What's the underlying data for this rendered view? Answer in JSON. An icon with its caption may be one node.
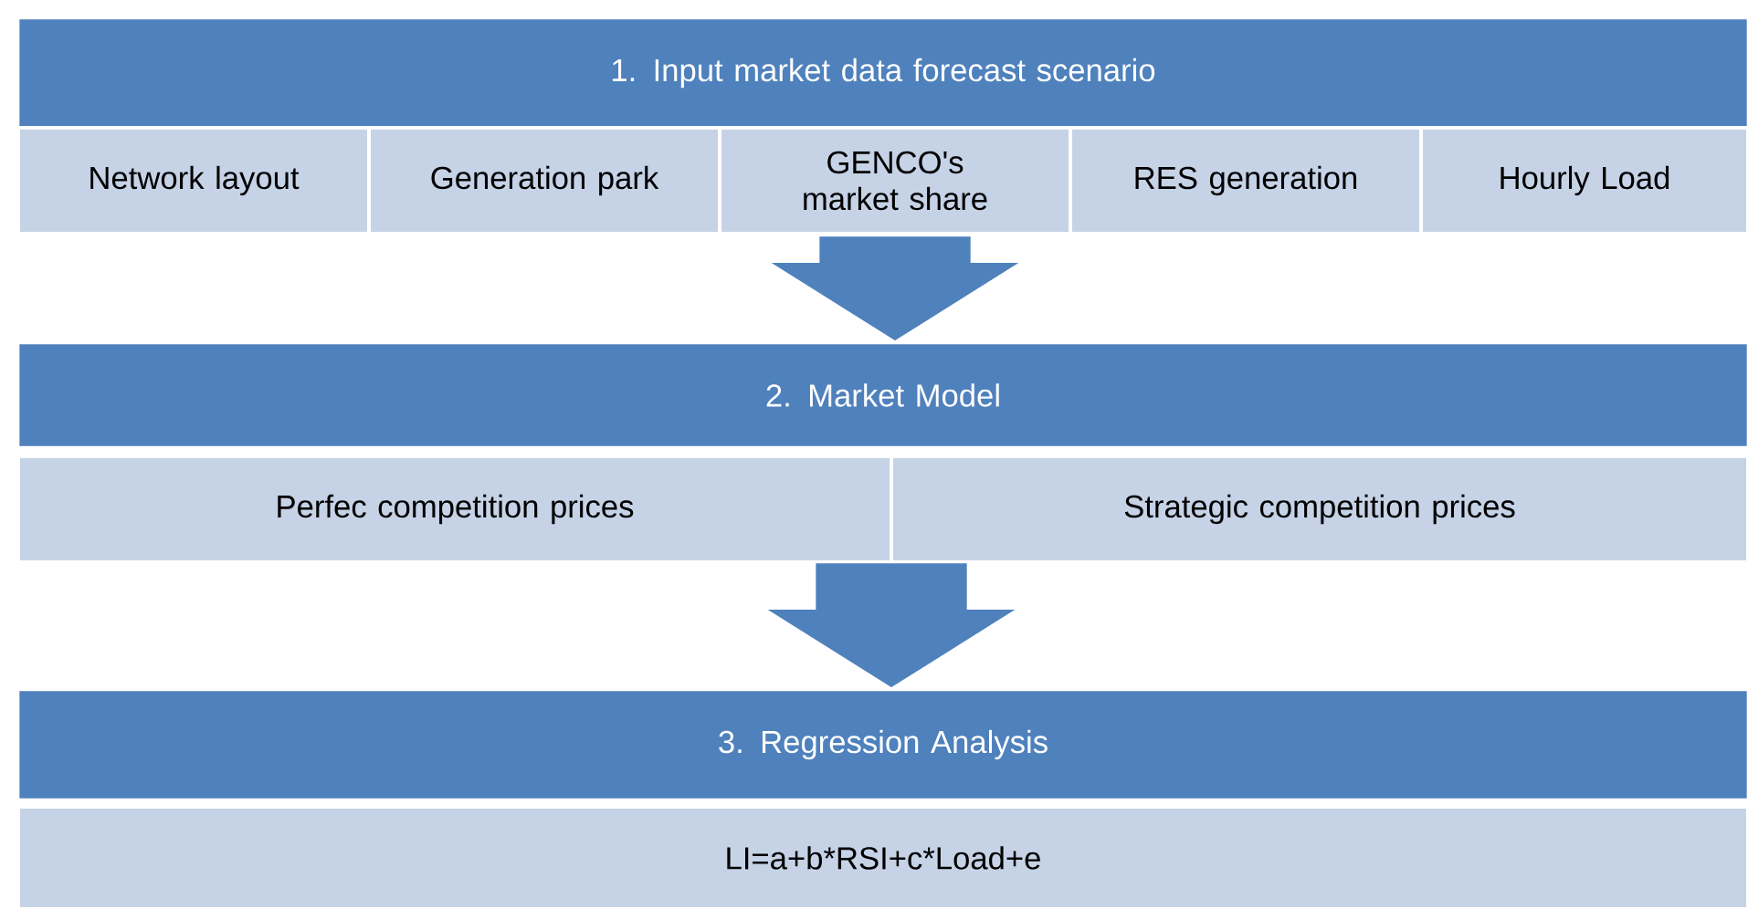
{
  "diagram": {
    "nodes": [
      {
        "text": [
          "1. Input market data forecast scenario"
        ]
      },
      {
        "text": [
          "Network layout"
        ]
      },
      {
        "text": [
          "Generation park"
        ]
      },
      {
        "text": [
          "GENCO's market share"
        ]
      },
      {
        "text": [
          "RES generation"
        ]
      },
      {
        "text": [
          "Hourly Load"
        ]
      },
      {
        "text": [
          "2. Market Model"
        ]
      },
      {
        "text": [
          "Perfec competition prices"
        ]
      },
      {
        "text": [
          "Strategic competition prices"
        ]
      },
      {
        "text": [
          "3. Regression Analysis"
        ]
      },
      {
        "text": [
          "LI=a+b*RSI+c*Load+e"
        ]
      }
    ],
    "edges": [
      {
        "from": 3,
        "to": 6,
        "arrow": "to"
      },
      {
        "from": null,
        "to": 9,
        "arrow": "to"
      }
    ]
  }
}
